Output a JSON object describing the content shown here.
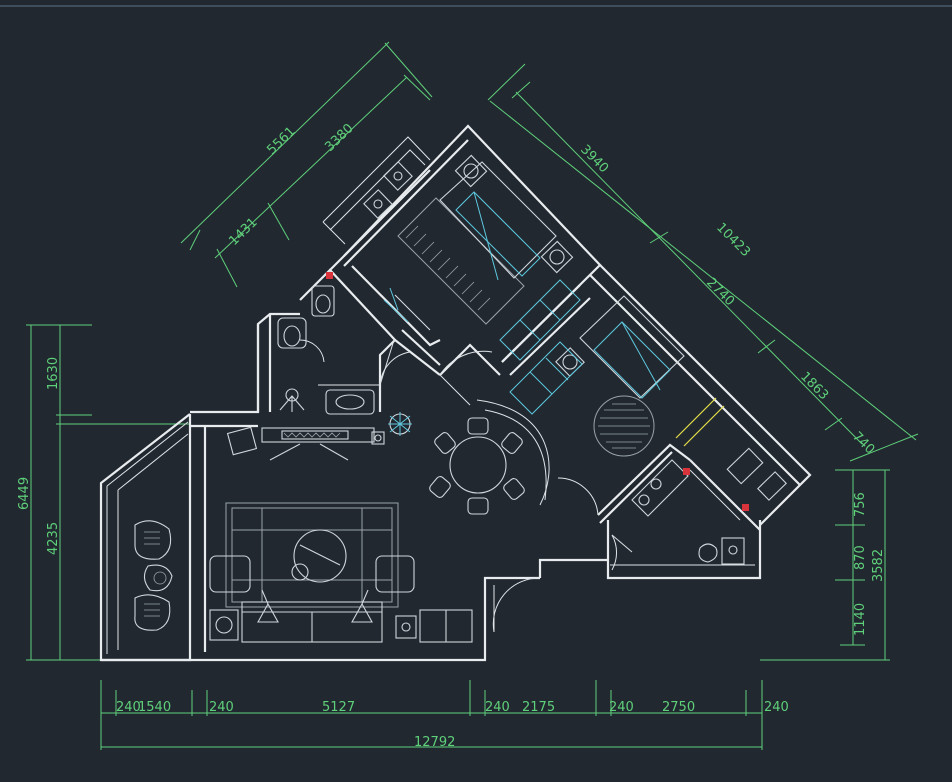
{
  "drawing": {
    "background": "#212830",
    "colors": {
      "walls": "#e8ecef",
      "dimensions": "#5fd07a",
      "fixtures": "#5ec8de",
      "accent": "#e6e04a",
      "marker": "#d9343c"
    }
  },
  "dimensions": {
    "top_left": {
      "d5561": "5561",
      "d3380": "3380",
      "d1431": "1431"
    },
    "top_right": {
      "d3940": "3940",
      "d10423": "10423",
      "d2740": "2740",
      "d1863": "1863",
      "d740": "740"
    },
    "left": {
      "d6449": "6449",
      "d1630": "1630",
      "d4235": "4235"
    },
    "right": {
      "d3582": "3582",
      "d756": "756",
      "d870": "870",
      "d1140": "1140"
    },
    "bottom": {
      "segments": [
        "240",
        "1540",
        "240",
        "5127",
        "240",
        "2175",
        "240",
        "2750",
        "240"
      ],
      "total": "12792"
    }
  }
}
